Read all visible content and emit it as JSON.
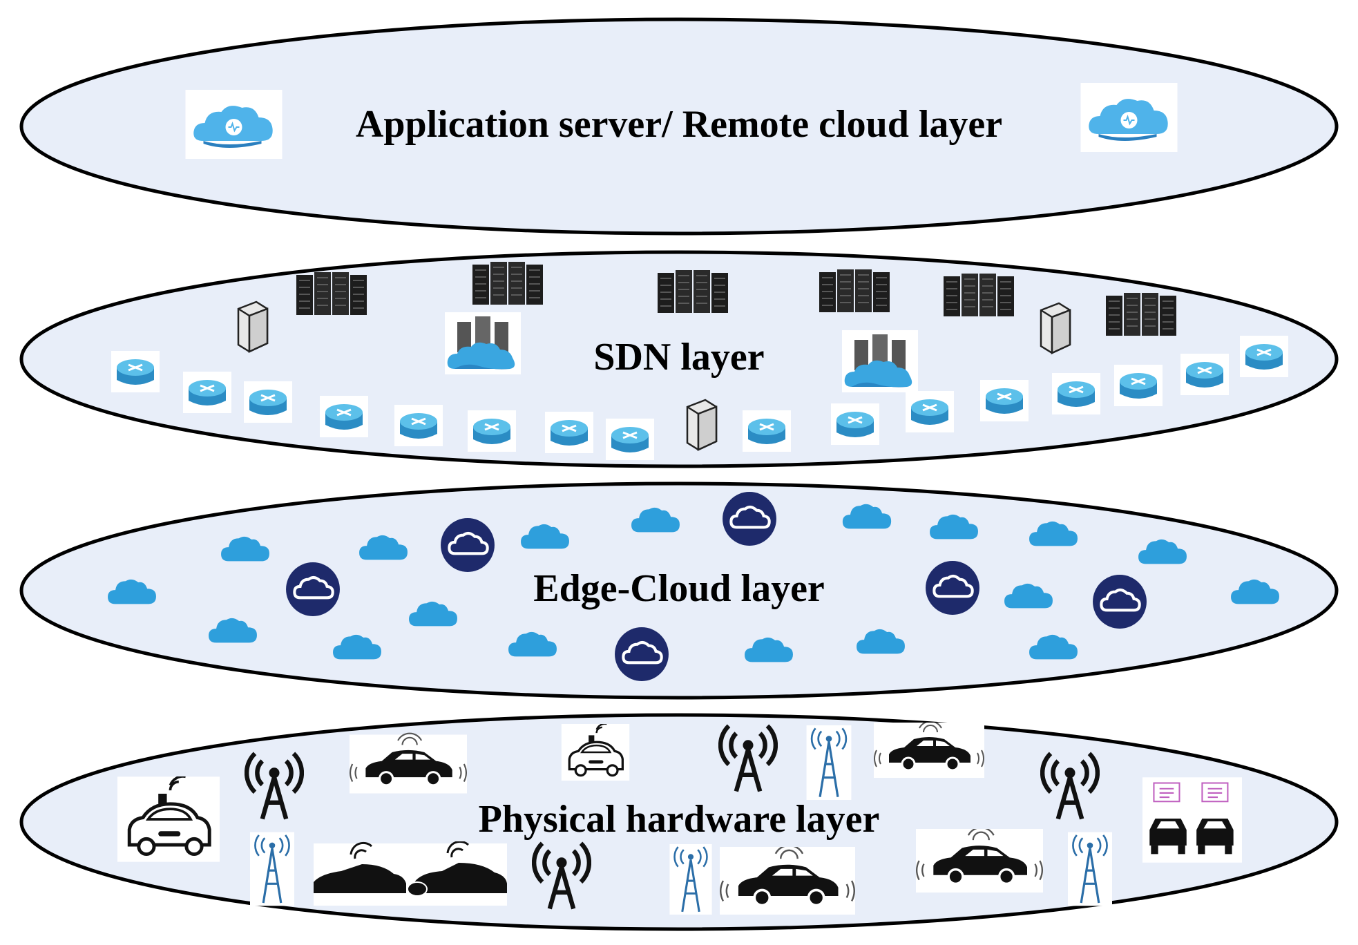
{
  "layers": {
    "application": {
      "label": "Application server/ Remote cloud layer"
    },
    "sdn": {
      "label": "SDN layer"
    },
    "edge": {
      "label": "Edge-Cloud layer"
    },
    "physical": {
      "label": "Physical hardware layer"
    }
  },
  "colors": {
    "layer_fill": "#e8eef9",
    "layer_stroke": "#000000",
    "cloud_light": "#2e9fdc",
    "cloud_badge": "#1e2a6b",
    "router": "#3aa6d8",
    "server_rack": "#2a2a2a"
  },
  "icons": {
    "application": [
      "iot-cloud-icon",
      "iot-cloud-icon"
    ],
    "sdn": [
      "server-rack-icon",
      "firewall-icon",
      "router-icon",
      "cloud-datacenter-icon",
      "sdn-controller-icon"
    ],
    "edge": [
      "cloud-icon",
      "cloud-badge-icon"
    ],
    "physical": [
      "antenna-tower-icon",
      "cell-tower-icon",
      "connected-car-icon",
      "autonomous-car-icon",
      "v2v-cars-icon"
    ]
  }
}
